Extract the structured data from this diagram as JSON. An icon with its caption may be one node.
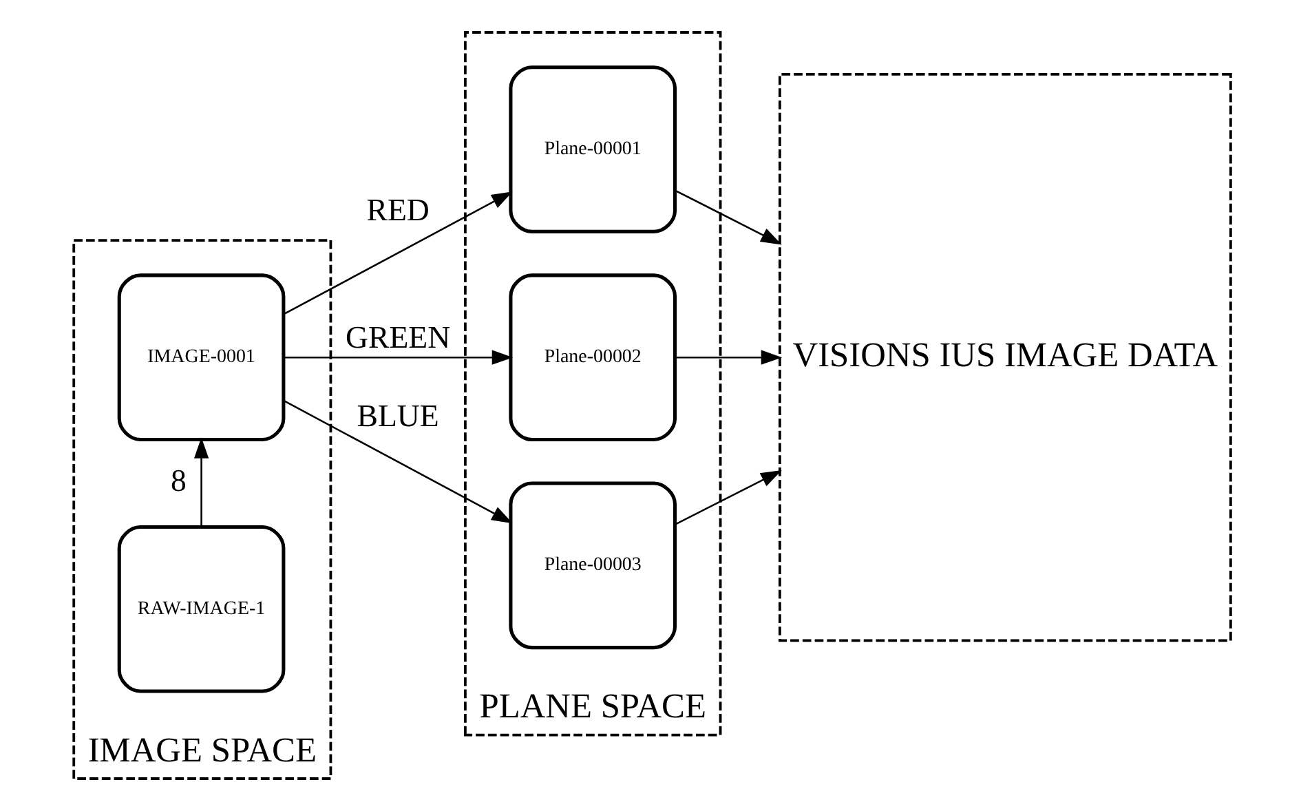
{
  "diagram": {
    "nodes": [
      {
        "text": [
          "IMAGE SPACE"
        ]
      },
      {
        "text": [
          "RAW-IMAGE-1"
        ],
        "in": 0
      },
      {
        "text": [
          "IMAGE-0001"
        ],
        "in": 0
      },
      {
        "text": [
          "PLANE SPACE"
        ]
      },
      {
        "text": [
          "Plane-00001"
        ],
        "in": 3
      },
      {
        "text": [
          "Plane-00002"
        ],
        "in": 3
      },
      {
        "text": [
          "Plane-00003"
        ],
        "in": 3
      },
      {
        "text": [
          "VISIONS IUS IMAGE DATA"
        ]
      }
    ],
    "edges": [
      {
        "from": 1,
        "to": 2,
        "arrow": "to",
        "label": "8"
      },
      {
        "from": 2,
        "to": 4,
        "arrow": "to",
        "label": "RED"
      },
      {
        "from": 2,
        "to": 5,
        "arrow": "to",
        "label": "GREEN"
      },
      {
        "from": 2,
        "to": 6,
        "arrow": "to",
        "label": "BLUE"
      },
      {
        "from": 4,
        "to": 7,
        "arrow": "to"
      },
      {
        "from": 5,
        "to": 7,
        "arrow": "to"
      },
      {
        "from": 6,
        "to": 7,
        "arrow": "to"
      }
    ]
  }
}
